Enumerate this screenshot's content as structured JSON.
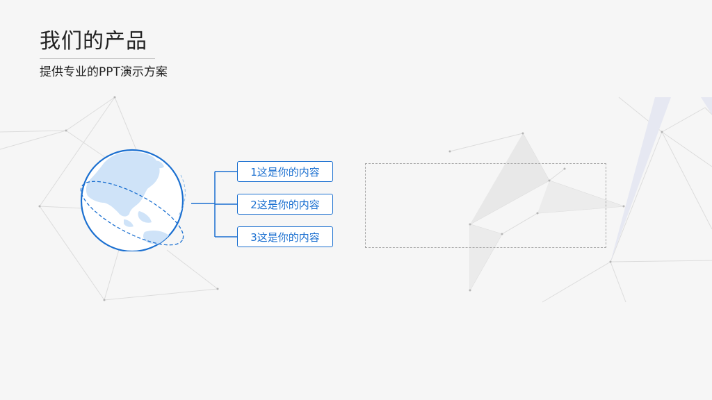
{
  "slide": {
    "title": "我们的产品",
    "subtitle": "提供专业的PPT演示方案"
  },
  "items": [
    {
      "label": "1这是你的内容"
    },
    {
      "label": "2这是你的内容"
    },
    {
      "label": "3这是你的内容"
    }
  ],
  "colors": {
    "accent": "#1a6fd0",
    "globe_land": "#cfe3f8",
    "background": "#f6f6f6"
  }
}
